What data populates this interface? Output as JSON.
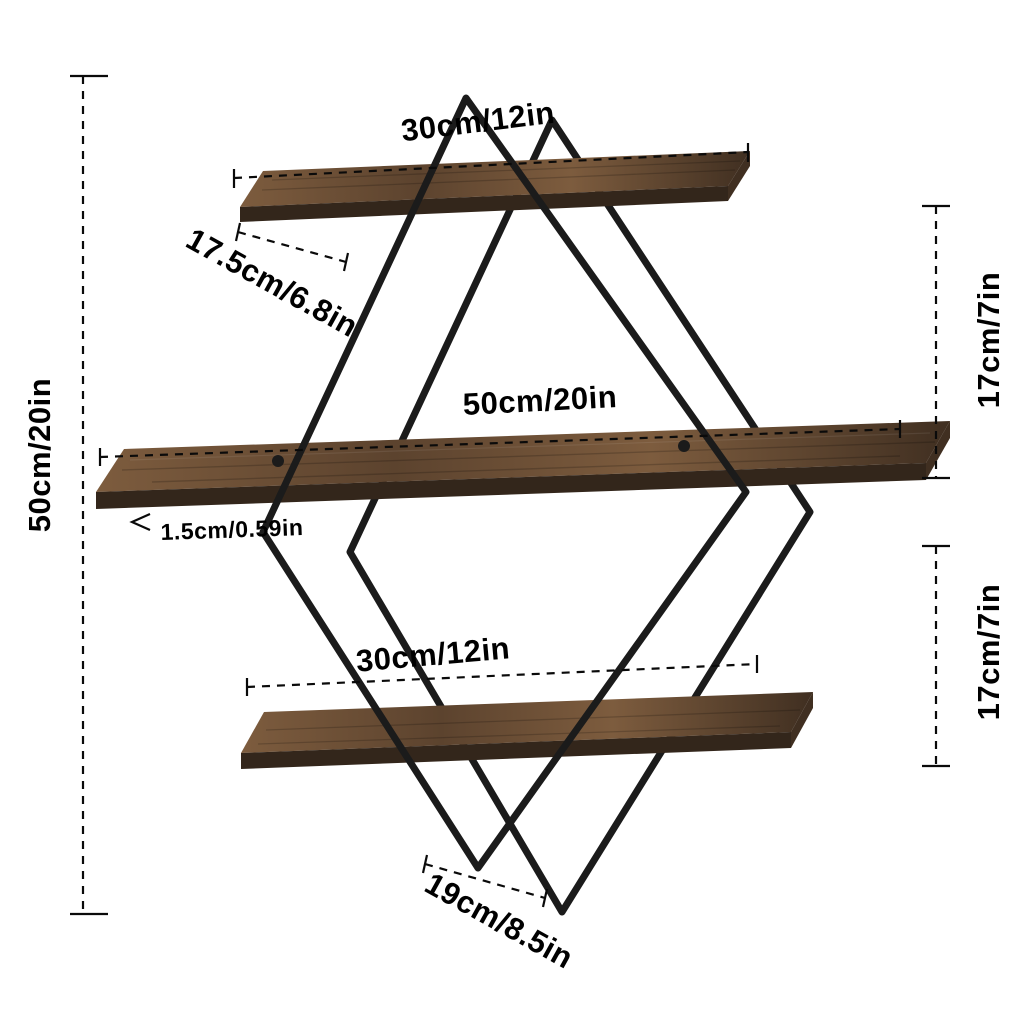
{
  "diagram": {
    "labels": {
      "top_width": "30cm/12in",
      "top_depth": "17.5cm/6.8in",
      "middle_width": "50cm/20in",
      "thickness": "1.5cm/0.59in",
      "bottom_width": "30cm/12in",
      "bottom_depth": "19cm/8.5in",
      "overall_height": "50cm/20in",
      "upper_gap": "17cm/7in",
      "lower_gap": "17cm/7in"
    },
    "colors": {
      "frame": "#1b1b1b",
      "wood_light": "#7d5c3e",
      "wood_mid": "#5c432e",
      "wood_dark": "#402f21",
      "wood_front": "#33261b",
      "dimension": "#0a0a0a",
      "background": "#ffffff"
    }
  }
}
